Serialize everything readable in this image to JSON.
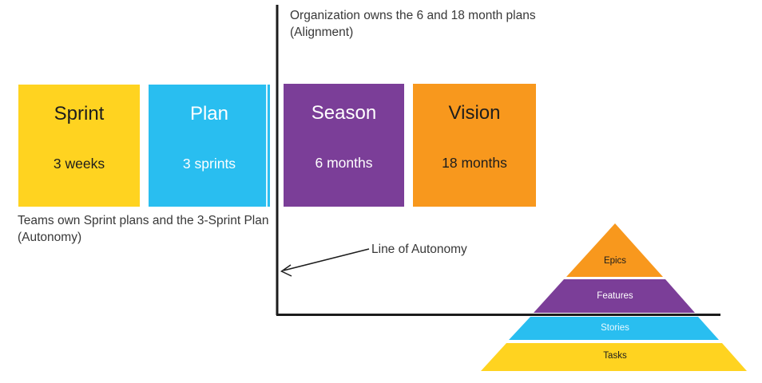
{
  "colors": {
    "yellow": "#FFD320",
    "cyan": "#29BEF0",
    "purple": "#7B3E98",
    "orange": "#F8981D",
    "line": "#1C1C1C",
    "dark_text": "#1D1D1D",
    "light_text": "#FFFFFF"
  },
  "annotations": {
    "alignment_line1": "Organization owns the 6 and 18 month plans",
    "alignment_line2": "(Alignment)",
    "autonomy_line1": "Teams own Sprint plans and the 3-Sprint Plan",
    "autonomy_line2": "(Autonomy)",
    "line_of_autonomy": "Line of Autonomy"
  },
  "boxes": [
    {
      "title": "Sprint",
      "subtitle": "3 weeks",
      "color": "#FFD320",
      "text_color": "#1D1D1D"
    },
    {
      "title": "Plan",
      "subtitle": "3 sprints",
      "color": "#29BEF0",
      "text_color": "#FFFFFF"
    },
    {
      "title": "Season",
      "subtitle": "6 months",
      "color": "#7B3E98",
      "text_color": "#FFFFFF"
    },
    {
      "title": "Vision",
      "subtitle": "18 months",
      "color": "#F8981D",
      "text_color": "#1D1D1D"
    }
  ],
  "pyramid": {
    "layers": [
      {
        "label": "Epics",
        "color": "#F8981D",
        "text_color": "#1D1D1D"
      },
      {
        "label": "Features",
        "color": "#7B3E98",
        "text_color": "#FFFFFF"
      },
      {
        "label": "Stories",
        "color": "#29BEF0",
        "text_color": "#EAF9FF"
      },
      {
        "label": "Tasks",
        "color": "#FFD320",
        "text_color": "#1D1D1D"
      }
    ]
  }
}
